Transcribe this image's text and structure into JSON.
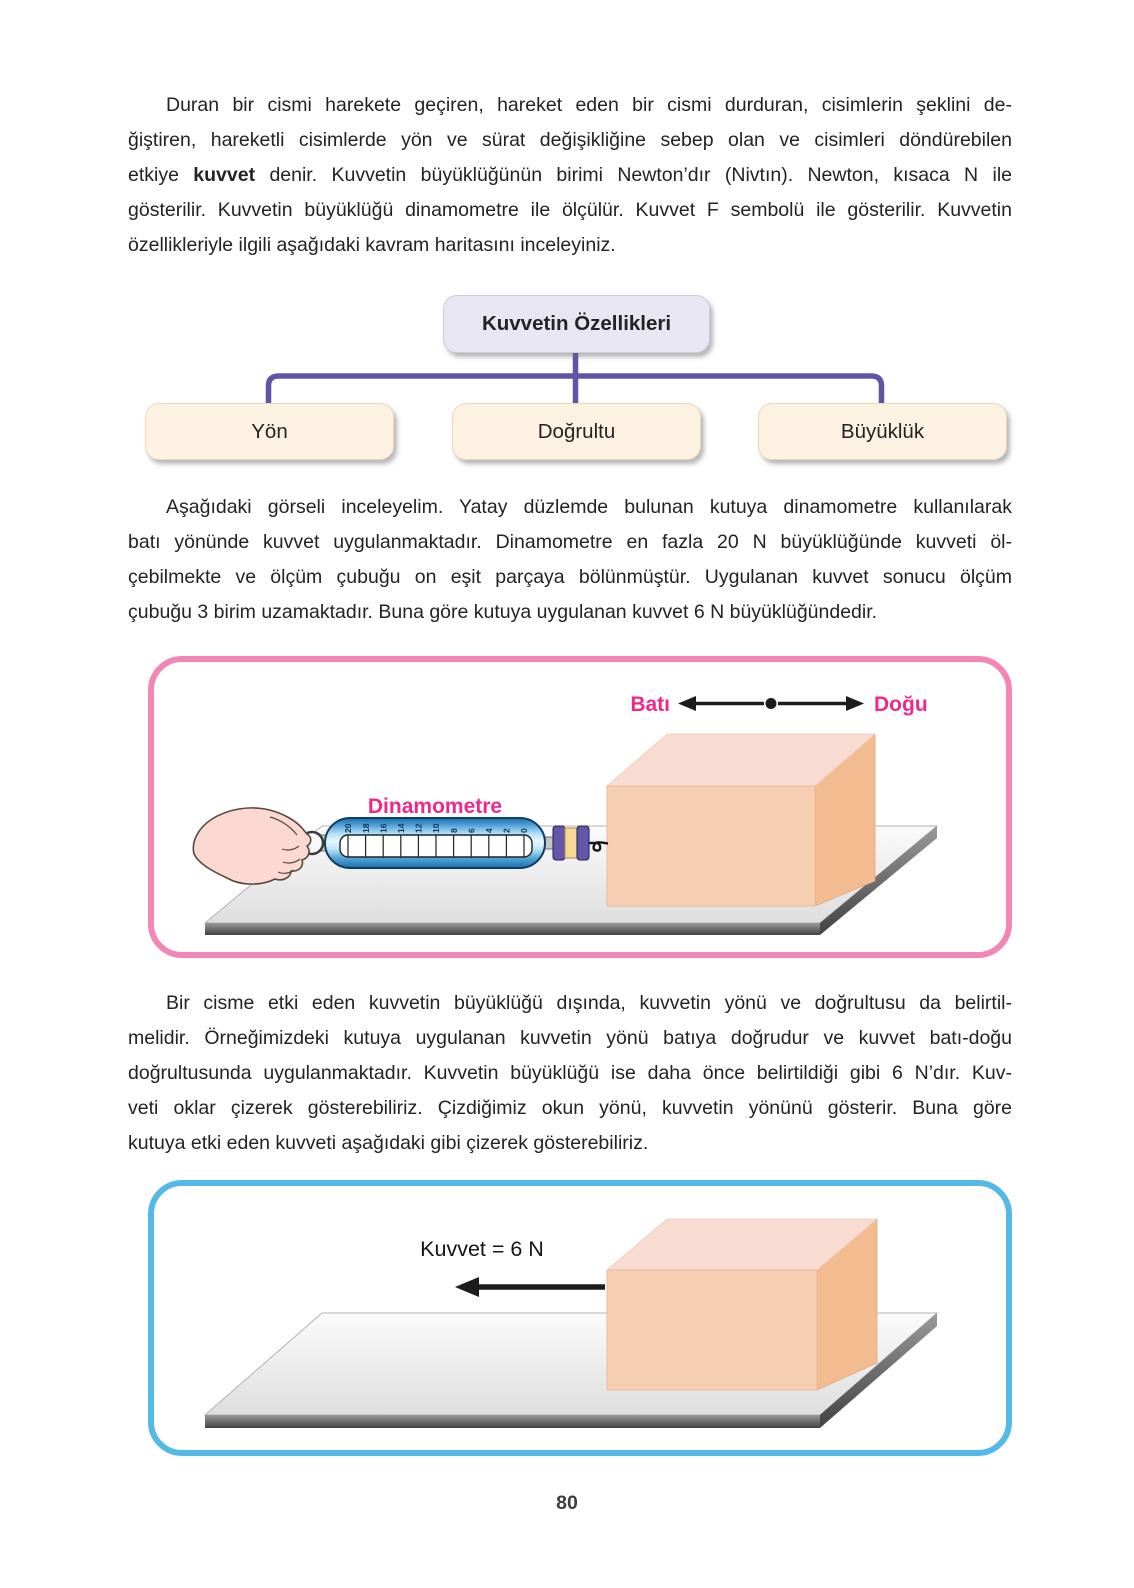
{
  "page_number": "80",
  "colors": {
    "pink_border": "#f287b5",
    "blue_border": "#55b9e8",
    "magenta_label": "#ec2a8c",
    "connector_purple": "#6054a6",
    "root_box_fill": "#e9e6f3",
    "child_box_fill": "#fdf2e2",
    "box_front": "#f6ceb2",
    "box_top": "#f8dcd2",
    "box_side": "#f2bc90",
    "dynamometer_blue": "#1b6fae"
  },
  "paragraphs": {
    "p1": {
      "l1": "Duran bir cismi harekete geçiren, hareket eden bir cismi durduran, cisimlerin şeklini de-",
      "l2": "ğiştiren, hareketli cisimlerde yön ve sürat değişikliğine sebep olan ve cisimleri döndürebilen",
      "l3a": "etkiye ",
      "l3b": "kuvvet",
      "l3c": " denir. Kuvvetin büyüklüğünün birimi Newton’dır (Nivtın). Newton, kısaca N ile",
      "l4": "gösterilir. Kuvvetin büyüklüğü dinamometre ile ölçülür. Kuvvet F sembolü ile gösterilir. Kuvvetin",
      "l5": "özellikleriyle ilgili aşağıdaki kavram haritasını inceleyiniz."
    },
    "p2": {
      "l1": "Aşağıdaki görseli inceleyelim. Yatay düzlemde bulunan kutuya dinamometre kullanılarak",
      "l2": "batı yönünde kuvvet uygulanmaktadır. Dinamometre en fazla 20 N büyüklüğünde kuvveti öl-",
      "l3": "çebilmekte ve ölçüm çubuğu on eşit parçaya bölünmüştür. Uygulanan kuvvet sonucu ölçüm",
      "l4": "çubuğu 3 birim uzamaktadır. Buna göre kutuya uygulanan kuvvet 6 N büyüklüğündedir."
    },
    "p3": {
      "l1": "Bir cisme etki eden kuvvetin büyüklüğü dışında, kuvvetin yönü ve doğrultusu da belirtil-",
      "l2": "melidir. Örneğimizdeki kutuya uygulanan kuvvetin yönü batıya doğrudur ve kuvvet batı-doğu",
      "l3": "doğrultusunda uygulanmaktadır. Kuvvetin büyüklüğü ise daha önce belirtildiği gibi 6 N’dır. Kuv-",
      "l4": "veti oklar çizerek gösterebiliriz. Çizdiğimiz okun yönü, kuvvetin yönünü gösterir. Buna göre",
      "l5": "kutuya etki eden kuvveti aşağıdaki gibi çizerek gösterebiliriz."
    }
  },
  "concept_map": {
    "root": "Kuvvetin Özellikleri",
    "children": [
      "Yön",
      "Doğrultu",
      "Büyüklük"
    ]
  },
  "figure1": {
    "compass": {
      "west": "Batı",
      "east": "Doğu"
    },
    "dynamometer_label": "Dinamometre",
    "scale": [
      "20",
      "18",
      "16",
      "14",
      "12",
      "10",
      "8",
      "6",
      "4",
      "2",
      "0"
    ]
  },
  "figure2": {
    "force_label": "Kuvvet = 6 N"
  }
}
